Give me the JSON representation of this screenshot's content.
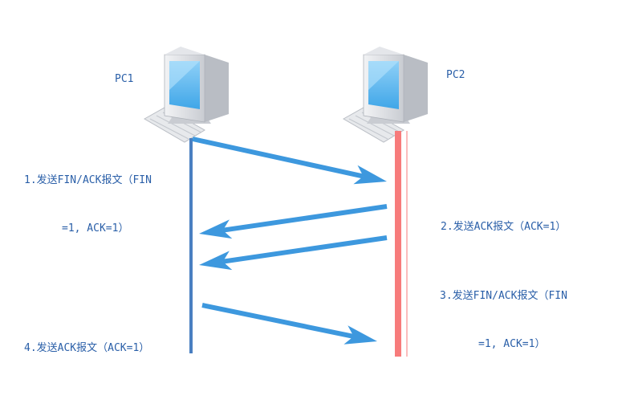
{
  "pc1": {
    "label": "PC1"
  },
  "pc2": {
    "label": "PC2"
  },
  "steps": [
    {
      "line1": "1.发送FIN/ACK报文（FIN",
      "line2": "=1, ACK=1）"
    },
    {
      "line1": "2.发送ACK报文（ACK=1）",
      "line2": ""
    },
    {
      "line1": "3.发送FIN/ACK报文（FIN",
      "line2": "=1, ACK=1）"
    },
    {
      "line1": "4.发送ACK报文（ACK=1）",
      "line2": ""
    }
  ],
  "colors": {
    "pc1_line": "#4a7fc1",
    "pc2_line": "#f77b7b",
    "arrow": "#3d98de",
    "text": "#2a5fa8"
  }
}
